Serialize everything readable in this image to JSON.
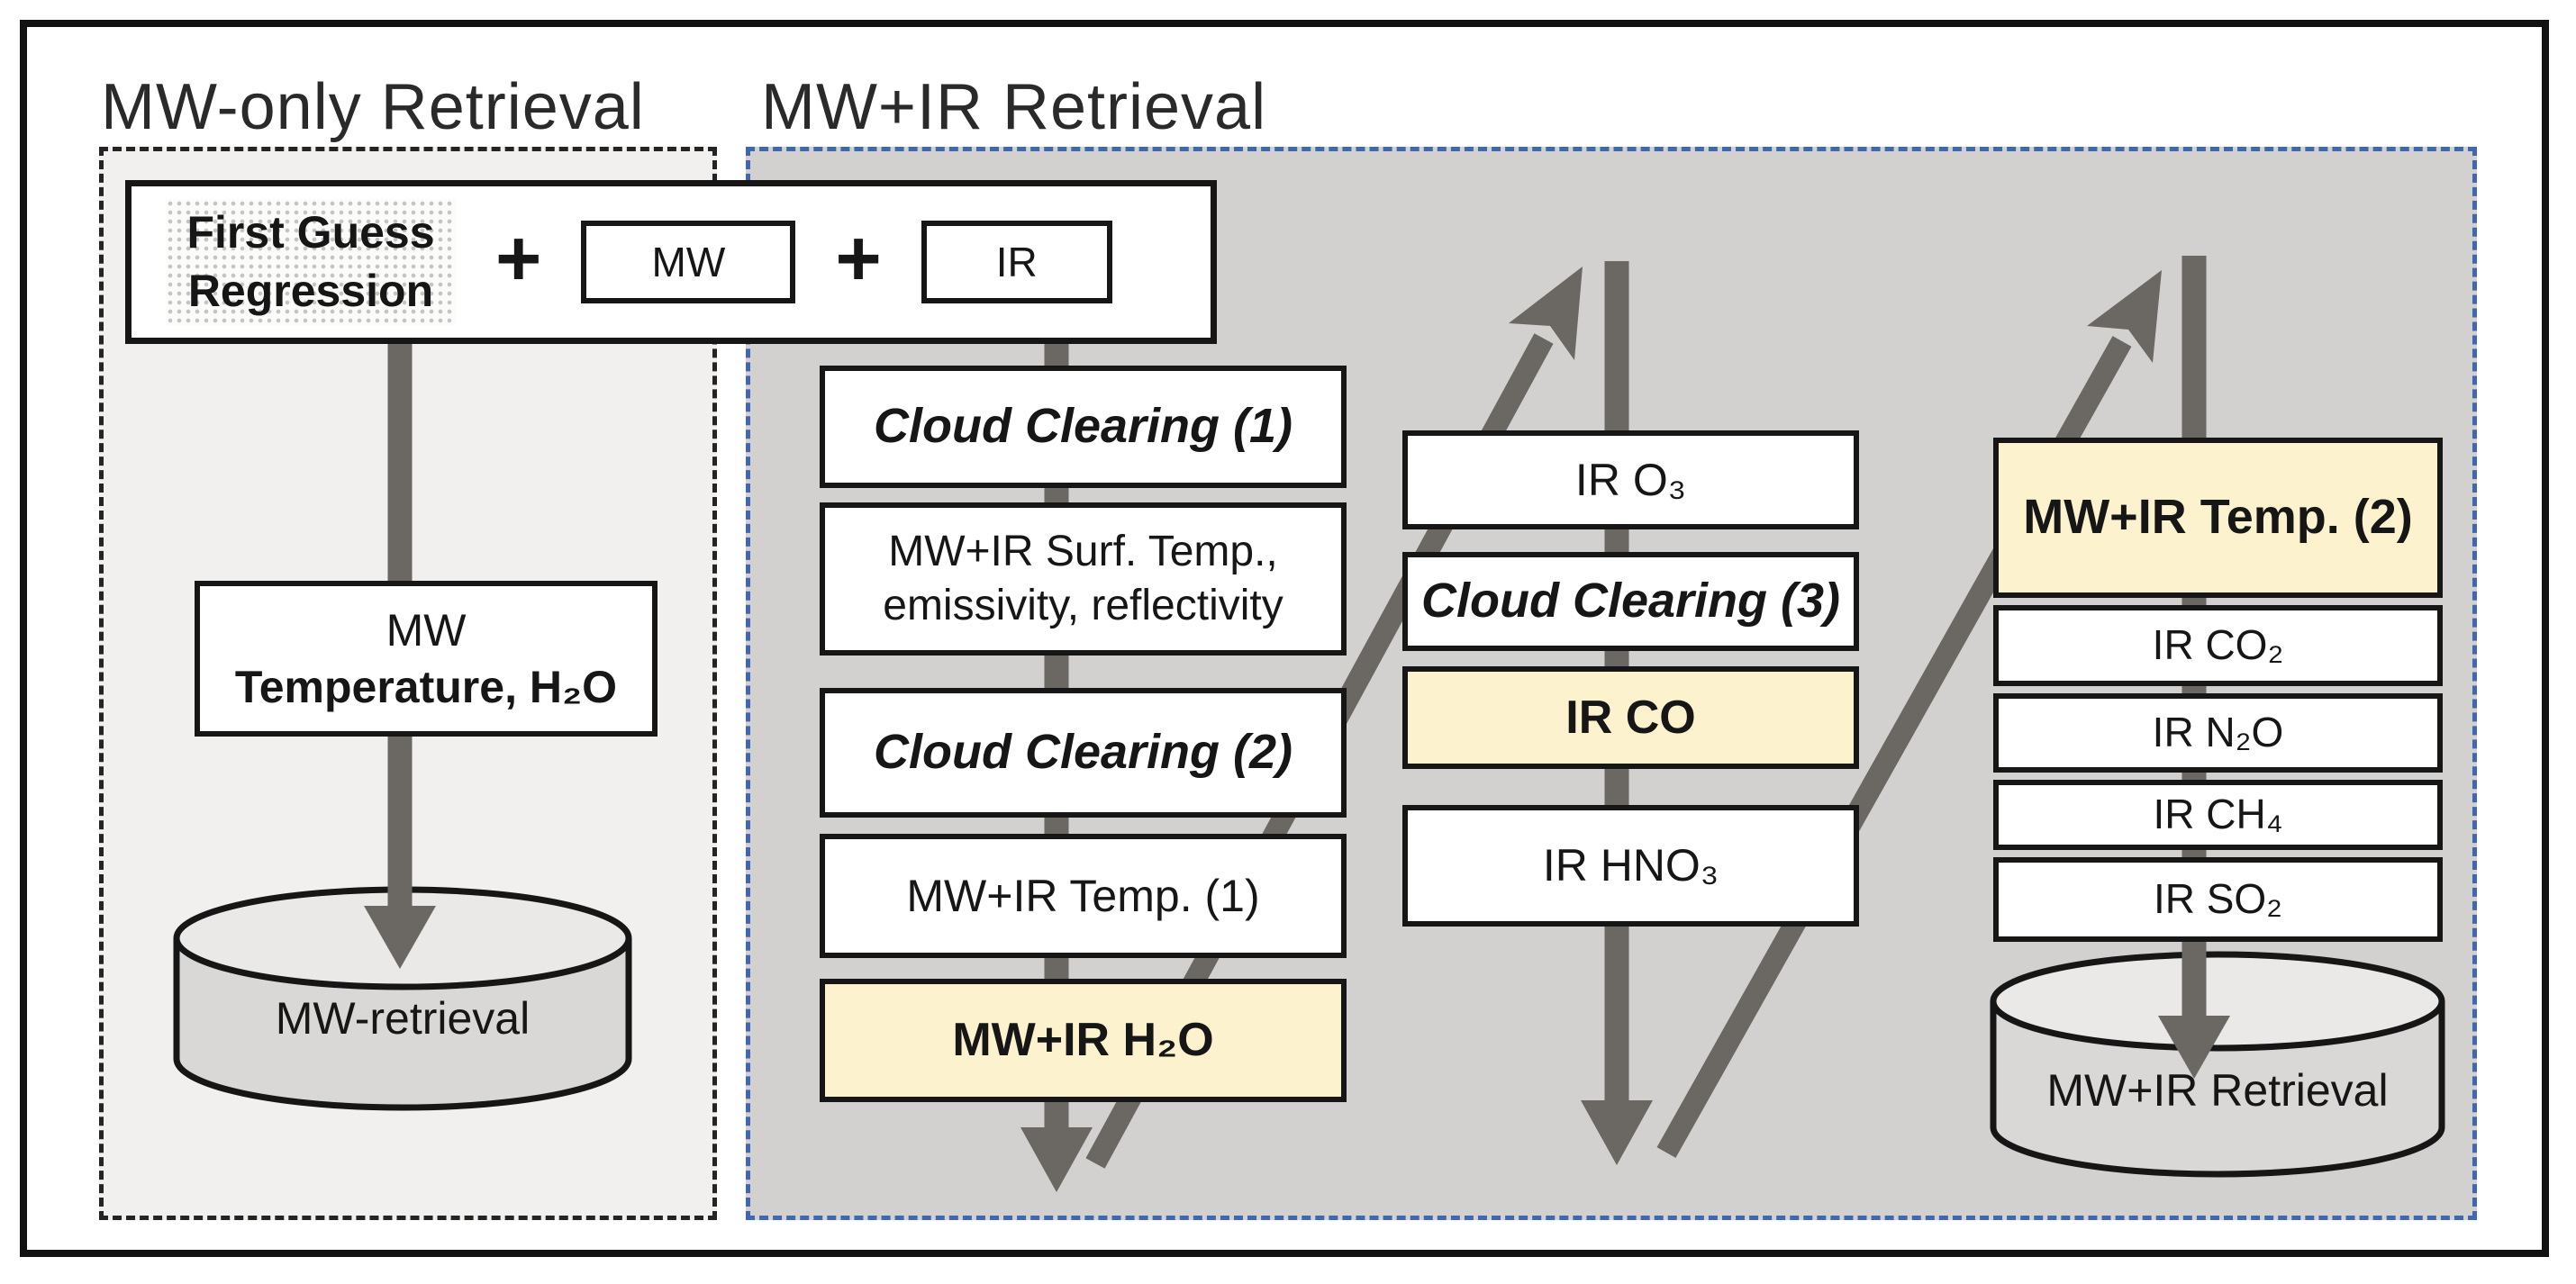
{
  "titles": {
    "left": "MW-only Retrieval",
    "right": "MW+IR Retrieval"
  },
  "first_guess": {
    "line1": "First Guess",
    "line2": "Regression",
    "plus": "+",
    "mw_label": "MW",
    "ir_label": "IR"
  },
  "mw_column": {
    "temp_line1": "MW",
    "temp_line2": "Temperature, H₂O",
    "cylinder_label": "MW-retrieval"
  },
  "col1": [
    {
      "line1": "Cloud Clearing (1)"
    },
    {
      "line1": "MW+IR Surf. Temp.,",
      "line2": "emissivity, reflectivity"
    },
    {
      "line1": "Cloud Clearing (2)"
    },
    {
      "line1": "MW+IR Temp. (1)"
    },
    {
      "line1": "MW+IR H₂O"
    }
  ],
  "col2": [
    {
      "line1": "IR O₃"
    },
    {
      "line1": "Cloud Clearing (3)"
    },
    {
      "line1": "IR CO"
    },
    {
      "line1": "IR HNO₃"
    }
  ],
  "col3": [
    {
      "line1": "MW+IR Temp. (2)"
    },
    {
      "line1": "IR CO₂"
    },
    {
      "line1": "IR N₂O"
    },
    {
      "line1": "IR CH₄"
    },
    {
      "line1": "IR SO₂"
    }
  ],
  "mwir_cylinder_label": "MW+IR Retrieval",
  "colors": {
    "mw_only_region_fill": "#f1f0ef",
    "mw_only_region_border": "#242424",
    "mw_ir_region_fill": "#d2d1cf",
    "mw_ir_region_border": "#3f68b0",
    "highlight_box_fill": "#fcf2cd",
    "box_fill": "#ffffff",
    "box_border": "#161616",
    "arrow": "#6b6762",
    "cylinder_body_fill": "#d9d8d6",
    "cylinder_top_fill": "#eae9e8",
    "text": "#161616"
  }
}
